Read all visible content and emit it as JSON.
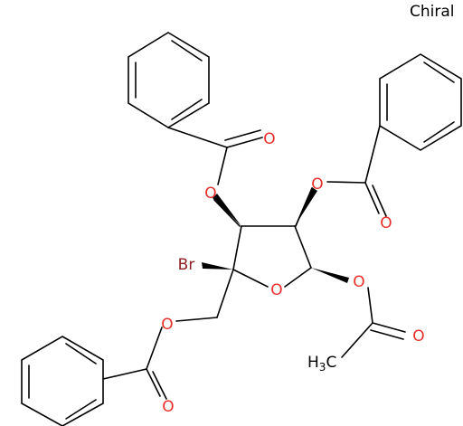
{
  "chiral_label": "Chiral",
  "atom_colors": {
    "O": "#e8302a",
    "Br": "#8b2124",
    "C": "#000000"
  },
  "atoms": {
    "br": "Br",
    "o_ring": "O",
    "o_top_left": "O",
    "o_top_left_carbonyl": "O",
    "o_top_right": "O",
    "o_top_right_carbonyl": "O",
    "o_acetyl": "O",
    "o_acetyl_carbonyl": "O",
    "o_ch2": "O",
    "o_ch2_carbonyl": "O",
    "methyl_h": "H",
    "methyl_sub": "3",
    "methyl_c": "C"
  }
}
